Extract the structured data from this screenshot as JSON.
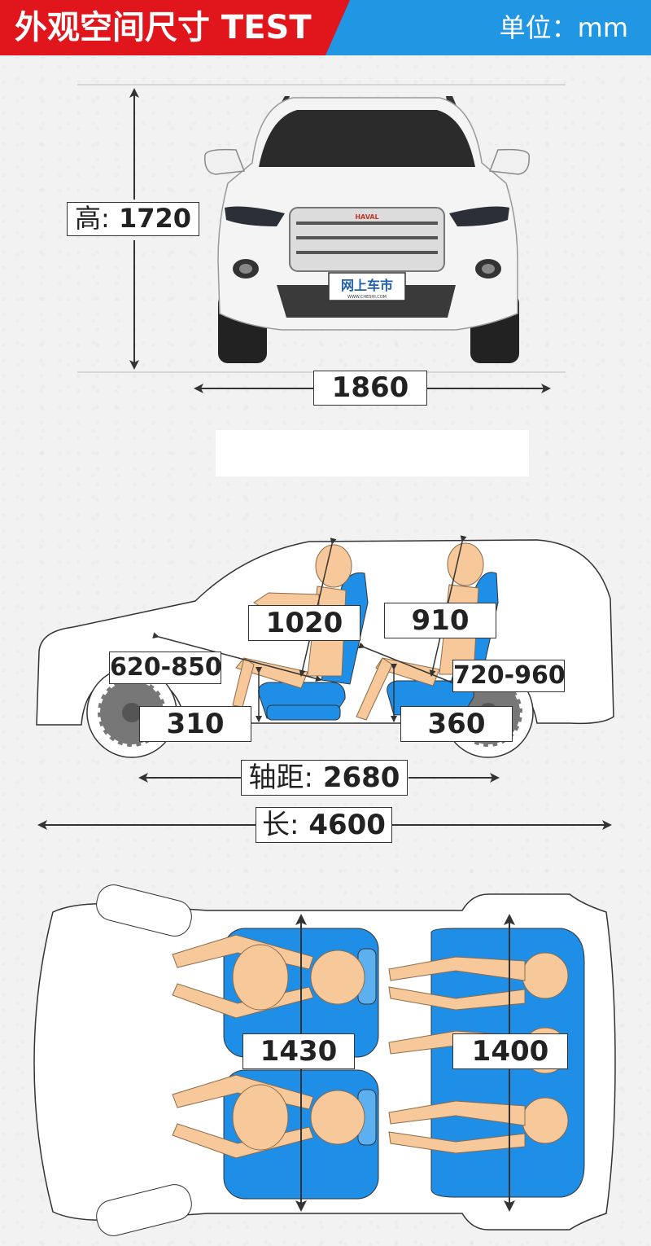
{
  "header": {
    "title": "外观空间尺寸 TEST",
    "unit": "单位：mm"
  },
  "front_view": {
    "height_label": "高:",
    "height_value": "1720",
    "width_value": "1860",
    "plate_text": "网上车市",
    "plate_sub": "WWW.CHESHI.COM",
    "badge": "HAVAL"
  },
  "side_view": {
    "front_headroom": "1020",
    "rear_headroom": "910",
    "front_legroom": "620-850",
    "rear_legroom": "720-960",
    "front_seat_height": "310",
    "rear_seat_height": "360",
    "wheelbase_label": "轴距:",
    "wheelbase_value": "2680",
    "length_label": "长:",
    "length_value": "4600"
  },
  "top_view": {
    "front_shoulder": "1430",
    "rear_shoulder": "1400"
  },
  "colors": {
    "header_blue": "#2196e3",
    "header_red": "#e0161c",
    "seat_blue": "#1f8ee6",
    "dummy_skin": "#f7c99a"
  }
}
